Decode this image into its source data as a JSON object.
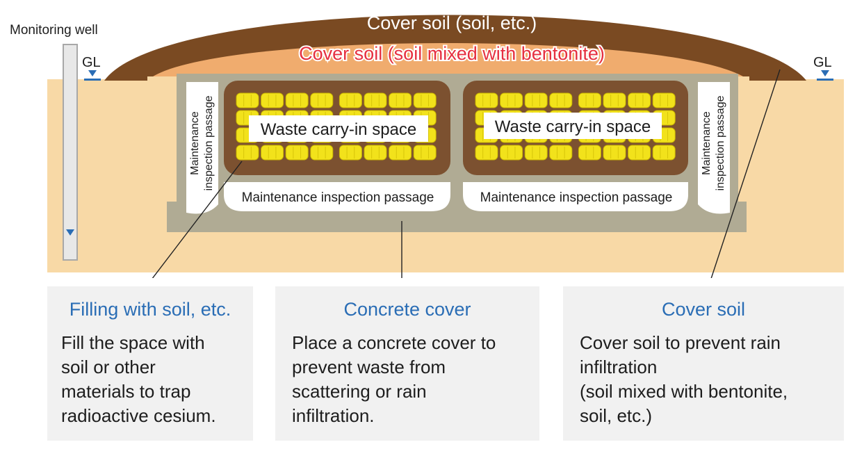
{
  "labels": {
    "cover_soil_top": "Cover soil (soil, etc.)",
    "cover_soil_bentonite": "Cover soil (soil mixed with bentonite)",
    "monitoring_well": "Monitoring well",
    "gl_left": "GL",
    "gl_right": "GL",
    "waste_space_left": "Waste carry-in space",
    "waste_space_right": "Waste carry-in space",
    "passage_bottom_left": "Maintenance inspection passage",
    "passage_bottom_right": "Maintenance inspection passage",
    "passage_side_left_line1": "Maintenance",
    "passage_side_left_line2": "inspection passage",
    "passage_side_right_line1": "Maintenance",
    "passage_side_right_line2": "inspection passage"
  },
  "boxes": {
    "filling": {
      "title": "Filling with soil, etc.",
      "body": "Fill the space with\nsoil or other\nmaterials to trap\nradioactive cesium."
    },
    "concrete": {
      "title": "Concrete cover",
      "body": "Place a concrete cover to\nprevent waste from\nscattering or rain\ninfiltration."
    },
    "cover": {
      "title": "Cover soil",
      "body": "Cover soil to prevent rain\ninfiltration\n(soil mixed with bentonite,\nsoil, etc.)"
    }
  },
  "colors": {
    "ground": "#f8d9a6",
    "cover_soil_dark": "#7a4a22",
    "cover_soil_bentonite": "#f0ac6e",
    "concrete": "#b0ab94",
    "compartment_fill": "#7c5130",
    "waste_bag": "#f2e21b",
    "title_red": "#e63040",
    "title_blue": "#2a6db5",
    "box_bg": "#f1f1f1"
  }
}
